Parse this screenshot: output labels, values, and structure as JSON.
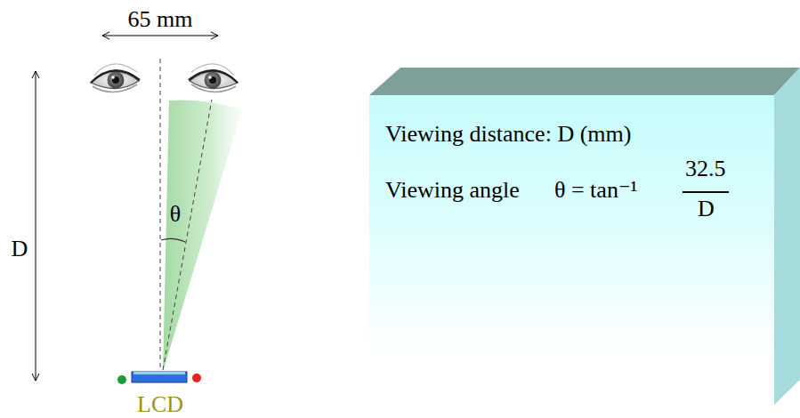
{
  "diagram": {
    "nodes": [
      {
        "text": [
          "Viewing distance: D (mm)",
          "Viewing angle",
          "θ = tan⁻¹",
          "32.5",
          "D"
        ]
      }
    ],
    "labels": [
      "65 mm",
      "D",
      "θ",
      "LCD"
    ]
  }
}
